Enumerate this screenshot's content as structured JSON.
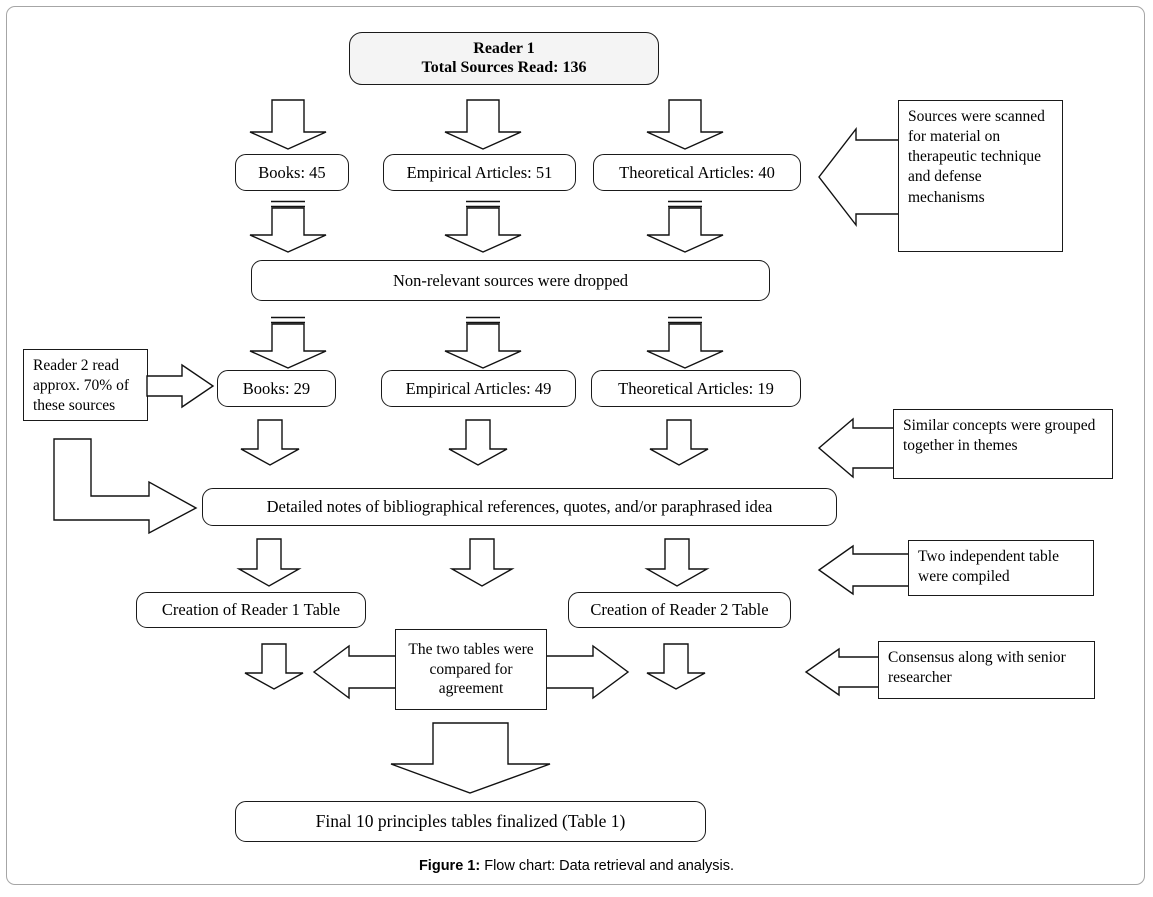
{
  "figure": {
    "caption_label": "Figure 1:",
    "caption_text": " Flow chart: Data retrieval and analysis."
  },
  "colors": {
    "box_border": "#1a1a1a",
    "header_fill": "#f4f4f4",
    "page_border": "#a6a6a6",
    "arrow_stroke": "#111111",
    "text": "#000000"
  },
  "flow": {
    "header": {
      "line1": "Reader 1",
      "line2": "Total Sources Read: 136"
    },
    "row_sources_initial": [
      {
        "label": "Books: 45"
      },
      {
        "label": "Empirical Articles: 51"
      },
      {
        "label": "Theoretical Articles: 40"
      }
    ],
    "dropped": "Non-relevant sources were dropped",
    "row_sources_retained": [
      {
        "label": "Books: 29"
      },
      {
        "label": "Empirical Articles: 49"
      },
      {
        "label": "Theoretical Articles: 19"
      }
    ],
    "detailed_notes": "Detailed notes of bibliographical references, quotes, and/or paraphrased idea",
    "tables": [
      {
        "label": "Creation of Reader 1 Table"
      },
      {
        "label": "Creation of Reader 2 Table"
      }
    ],
    "compare": "The two tables were compared for agreement",
    "final": "Final 10 principles tables finalized (Table 1)"
  },
  "annotations": {
    "scanned": "Sources were scanned for material on therapeutic technique and defense mechanisms",
    "reader2": "Reader 2 read approx. 70% of these sources",
    "themes": "Similar concepts were grouped together in themes",
    "two_tables": "Two independent table were compiled",
    "consensus": "Consensus along with senior researcher"
  }
}
